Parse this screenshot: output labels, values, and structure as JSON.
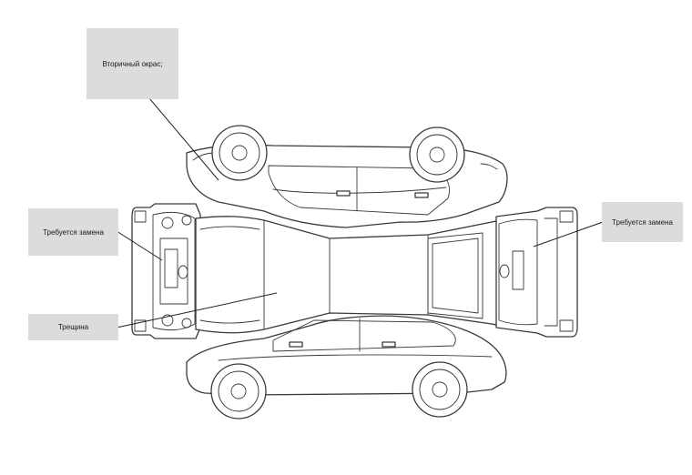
{
  "annotations": {
    "secondary_paint": "Вторичный окрас;",
    "replace_front": "Требуется замена",
    "replace_rear": "Требуется замена",
    "crack": "Трещина"
  },
  "colors": {
    "label_background": "#dcdcdc",
    "line": "#3a3a3a"
  }
}
